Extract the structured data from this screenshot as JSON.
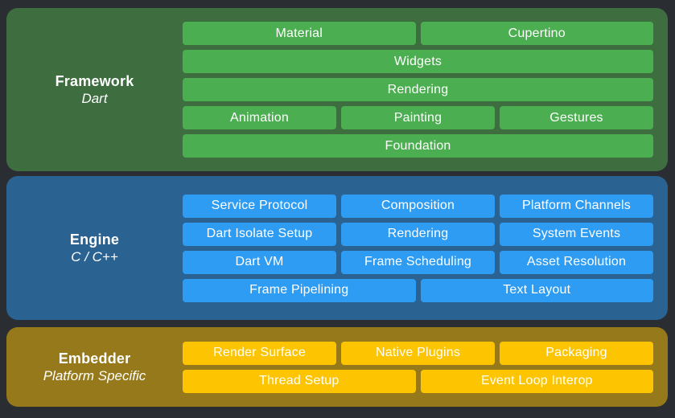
{
  "colors": {
    "page_background": "#2a2d31",
    "text": "#ffffff"
  },
  "layers": [
    {
      "id": "framework",
      "title": "Framework",
      "subtitle": "Dart",
      "section_color": "#3e6e40",
      "block_color": "#4bae50",
      "rows": [
        [
          "Material",
          "Cupertino"
        ],
        [
          "Widgets"
        ],
        [
          "Rendering"
        ],
        [
          "Animation",
          "Painting",
          "Gestures"
        ],
        [
          "Foundation"
        ]
      ]
    },
    {
      "id": "engine",
      "title": "Engine",
      "subtitle": "C / C++",
      "section_color": "#2a6292",
      "block_color": "#2e9cf2",
      "rows": [
        [
          "Service Protocol",
          "Composition",
          "Platform Channels"
        ],
        [
          "Dart Isolate Setup",
          "Rendering",
          "System Events"
        ],
        [
          "Dart VM",
          "Frame Scheduling",
          "Asset Resolution"
        ],
        [
          "Frame Pipelining",
          "Text Layout"
        ]
      ]
    },
    {
      "id": "embedder",
      "title": "Embedder",
      "subtitle": "Platform Specific",
      "section_color": "#96791a",
      "block_color": "#fdc402",
      "rows": [
        [
          "Render Surface",
          "Native Plugins",
          "Packaging"
        ],
        [
          "Thread Setup",
          "Event Loop Interop"
        ]
      ]
    }
  ]
}
